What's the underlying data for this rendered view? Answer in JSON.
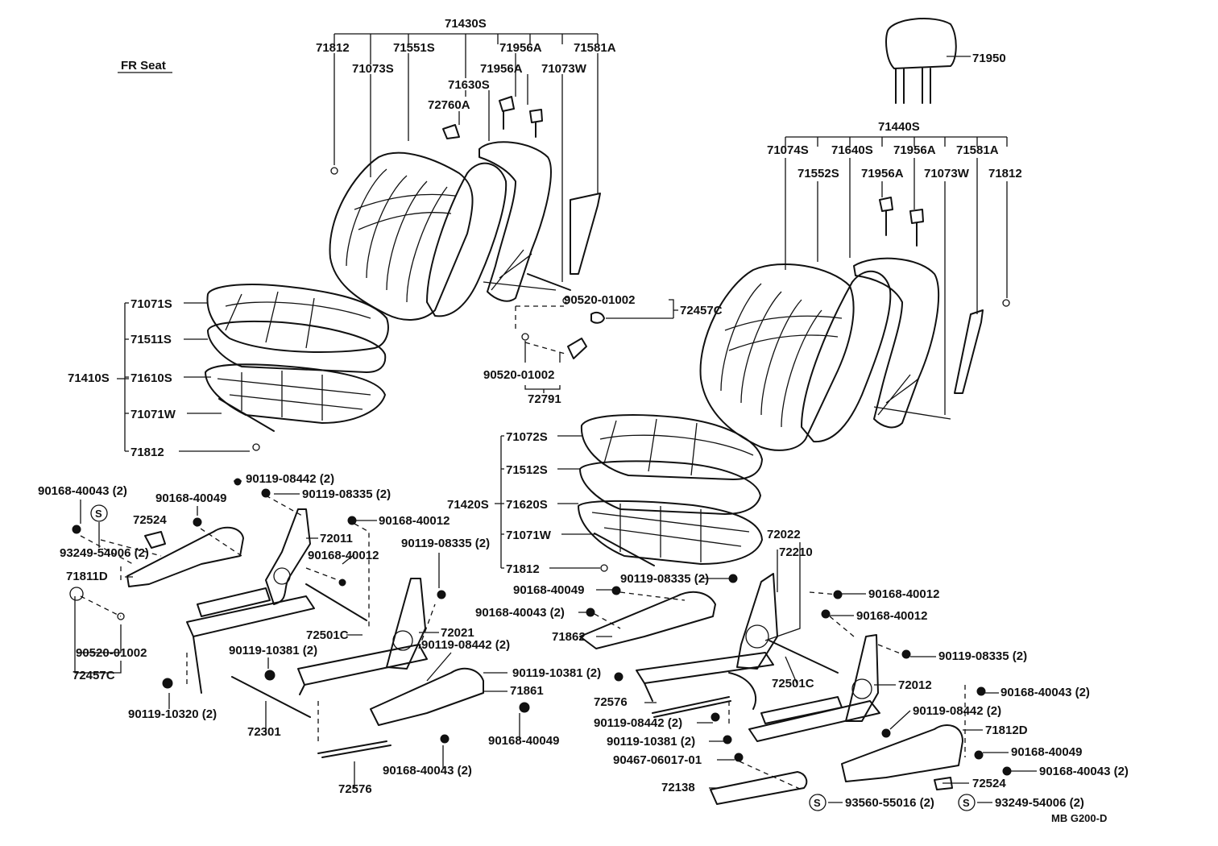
{
  "header": {
    "title": "FR Seat"
  },
  "footer": {
    "code": "MB G200-D"
  },
  "labels": {
    "l71430S": "71430S",
    "l71812a": "71812",
    "l71551S": "71551S",
    "l71956Aa": "71956A",
    "l71581Aa": "71581A",
    "l71073S": "71073S",
    "l71956Ab": "71956A",
    "l71073Wa": "71073W",
    "l71630S": "71630S",
    "l72760A": "72760A",
    "l71950": "71950",
    "l71440S": "71440S",
    "l71074S": "71074S",
    "l71640S": "71640S",
    "l71956Ac": "71956A",
    "l71581Ab": "71581A",
    "l71552S": "71552S",
    "l71956Ad": "71956A",
    "l71073Wb": "71073W",
    "l71812b": "71812",
    "l90520_01002a": "90520-01002",
    "l72457Ca": "72457C",
    "l90520_01002b": "90520-01002",
    "l72791": "72791",
    "l71071S": "71071S",
    "l71511S": "71511S",
    "l71410S": "71410S",
    "l71610S": "71610S",
    "l71071Wa": "71071W",
    "l71812c": "71812",
    "l71072S": "71072S",
    "l71512S": "71512S",
    "l71420S": "71420S",
    "l71620S": "71620S",
    "l71071Wb": "71071W",
    "l71812d": "71812",
    "l90119_08442_2a": "90119-08442 (2)",
    "l90168_40043_2a": "90168-40043 (2)",
    "l90119_08335_2a": "90119-08335 (2)",
    "l90168_40049a": "90168-40049",
    "l72524a": "72524",
    "l90168_40012a": "90168-40012",
    "l72011": "72011",
    "l93249_54006_2a": "93249-54006 (2)",
    "l90168_40012b": "90168-40012",
    "l71811D": "71811D",
    "l90119_08335_2b": "90119-08335 (2)",
    "l72501Ca": "72501C",
    "l90520_01002c": "90520-01002",
    "l72457Cb": "72457C",
    "l72021": "72021",
    "l90119_08442_2b": "90119-08442 (2)",
    "l90119_10381_2a": "90119-10381 (2)",
    "l90119_10381_2b": "90119-10381 (2)",
    "l71861": "71861",
    "l90119_10320_2": "90119-10320 (2)",
    "l72301": "72301",
    "l90168_40049b": "90168-40049",
    "l90168_40043_2b": "90168-40043 (2)",
    "l72576a": "72576",
    "l90168_40049c": "90168-40049",
    "l90119_08335_2c": "90119-08335 (2)",
    "l90168_40043_2c": "90168-40043 (2)",
    "l71862": "71862",
    "l72022": "72022",
    "l72210": "72210",
    "l90168_40012c": "90168-40012",
    "l90168_40012d": "90168-40012",
    "l90119_08335_2d": "90119-08335 (2)",
    "l72501Cb": "72501C",
    "l72012": "72012",
    "l90168_40043_2d": "90168-40043 (2)",
    "l72576b": "72576",
    "l90119_08442_2c": "90119-08442 (2)",
    "l90119_08442_2d": "90119-08442 (2)",
    "l90119_10381_2c": "90119-10381 (2)",
    "l71812D": "71812D",
    "l90467_06017_01": "90467-06017-01",
    "l90168_40049d": "90168-40049",
    "l90168_40043_2e": "90168-40043 (2)",
    "l72524b": "72524",
    "l72138": "72138",
    "l93560_55016_2": "93560-55016 (2)",
    "l93249_54006_2b": "93249-54006 (2)",
    "lS1": "S",
    "lS2": "S",
    "lS3": "S"
  }
}
